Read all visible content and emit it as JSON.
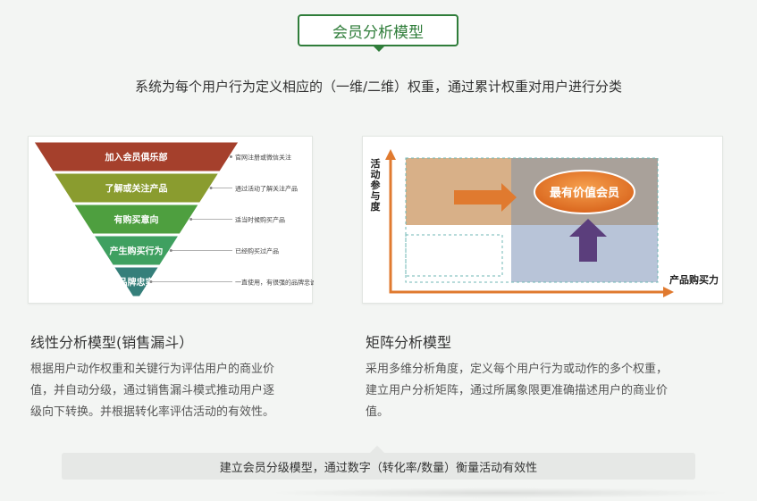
{
  "header": {
    "title": "会员分析模型",
    "subtitle": "系统为每个用户行为定义相应的（一维/二维）权重，通过累计权重对用户进行分类"
  },
  "funnel": {
    "levels": [
      {
        "label": "加入会员俱乐部",
        "note": "官网注册或微信关注",
        "color": "#a5402c"
      },
      {
        "label": "了解或关注产品",
        "note": "通过活动了解关注产品",
        "color": "#8a9c2f"
      },
      {
        "label": "有购买意向",
        "note": "适当时候购买产品",
        "color": "#4e9f3f"
      },
      {
        "label": "产生购买行为",
        "note": "已经购买过产品",
        "color": "#3fa060"
      },
      {
        "label": "品牌忠实",
        "note": "一直使用，有很强的品牌忠诚度",
        "color": "#357f7a"
      }
    ]
  },
  "matrix": {
    "y_axis_label": "活动参与度",
    "x_axis_label": "产品购买力",
    "center_label": "最有价值会员",
    "colors": {
      "axis": "#e07a2f",
      "top_left": "#d4a77b",
      "top_right": "#a9a19a",
      "bottom_right": "#b8c4d8",
      "bubble": "#e07a2f",
      "up_arrow": "#5b3e7c"
    }
  },
  "left_section": {
    "heading": "线性分析模型(销售漏斗）",
    "lines": [
      "根据用户动作权重和关键行为评估用户的商业价",
      "值，并自动分级，通过销售漏斗模式推动用户逐",
      "级向下转换。并根据转化率评估活动的有效性。"
    ]
  },
  "right_section": {
    "heading": "矩阵分析模型",
    "lines": [
      "采用多维分析角度，定义每个用户行为或动作的多个权重，",
      "建立用户分析矩阵，通过所属象限更准确描述用户的商业价",
      "值。"
    ]
  },
  "footer": {
    "text": "建立会员分级模型，通过数字（转化率/数量）衡量活动有效性"
  }
}
